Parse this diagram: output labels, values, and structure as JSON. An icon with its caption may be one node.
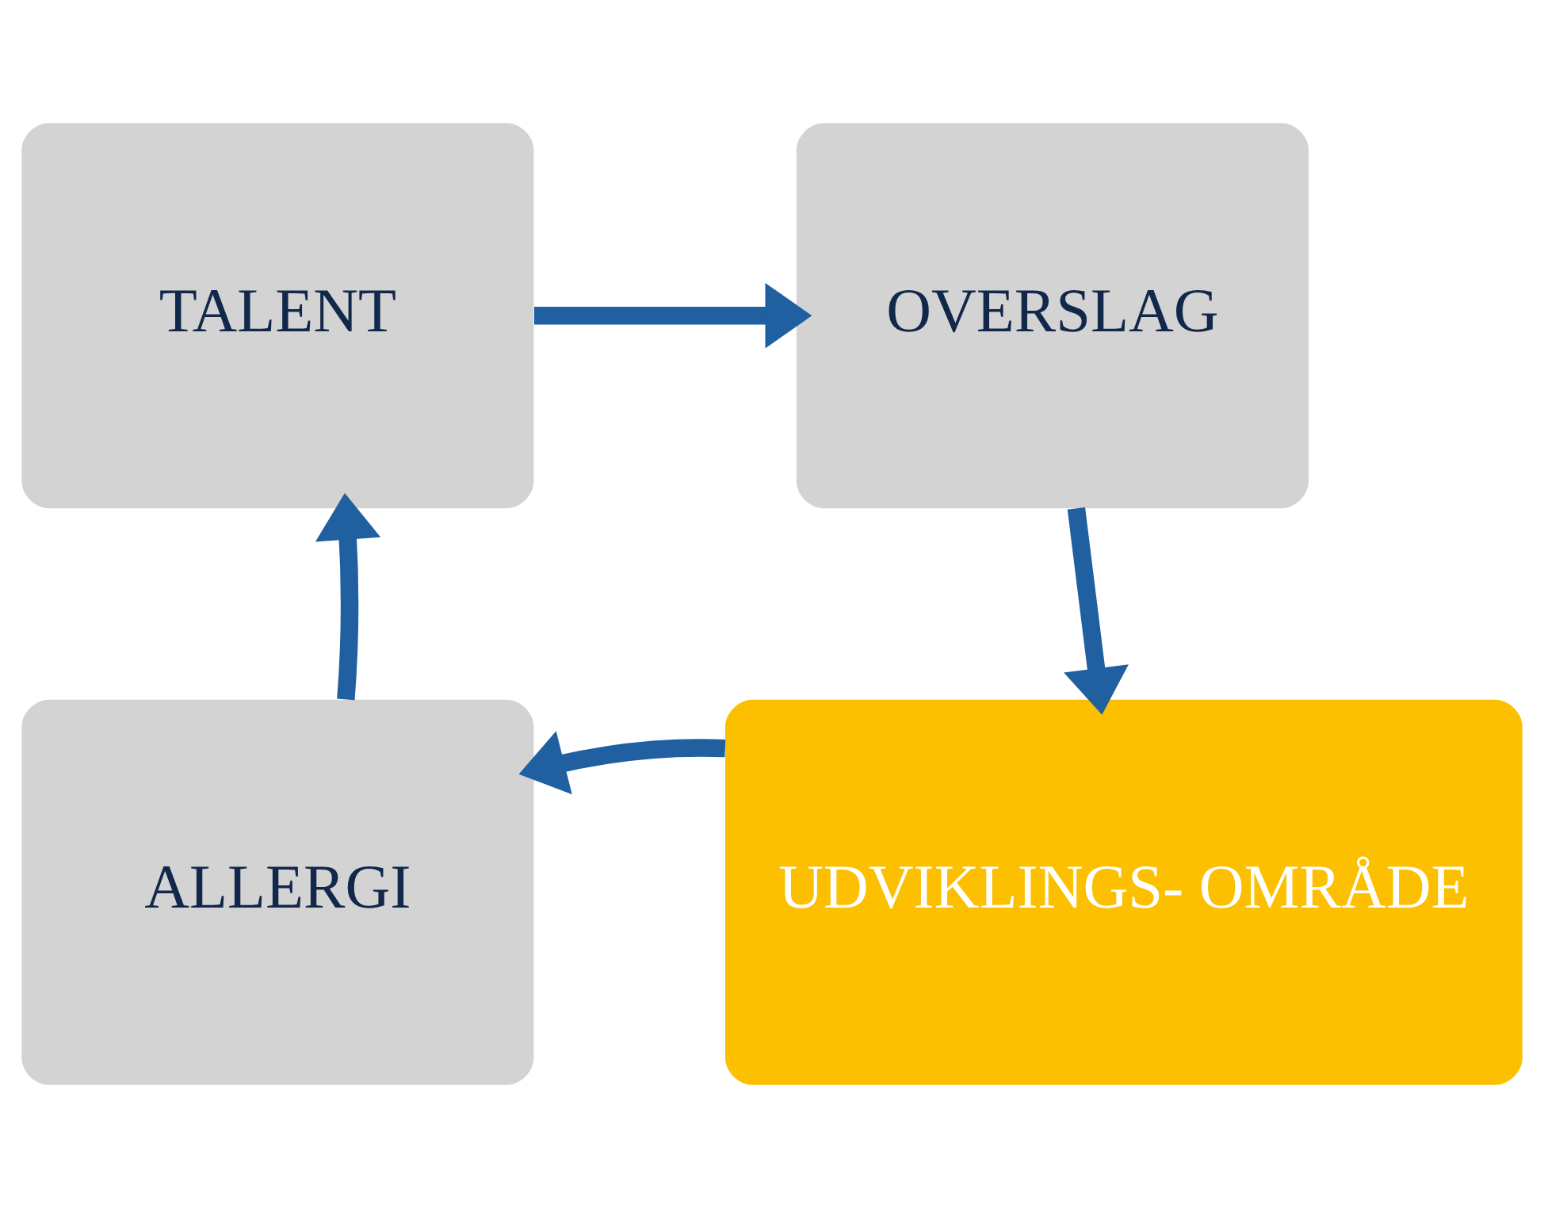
{
  "diagram": {
    "nodes": [
      {
        "text": [
          "TALENT"
        ]
      },
      {
        "text": [
          "OVERSLAG"
        ]
      },
      {
        "text": [
          "UDVIKLINGS- OMRÅDE"
        ]
      },
      {
        "text": [
          "ALLERGI"
        ]
      }
    ],
    "edges": [
      {
        "from": 0,
        "to": 1,
        "arrow": "to"
      },
      {
        "from": 1,
        "to": 2,
        "arrow": "to"
      },
      {
        "from": 2,
        "to": 3,
        "arrow": "to"
      },
      {
        "from": 3,
        "to": 0,
        "arrow": "to"
      }
    ]
  }
}
